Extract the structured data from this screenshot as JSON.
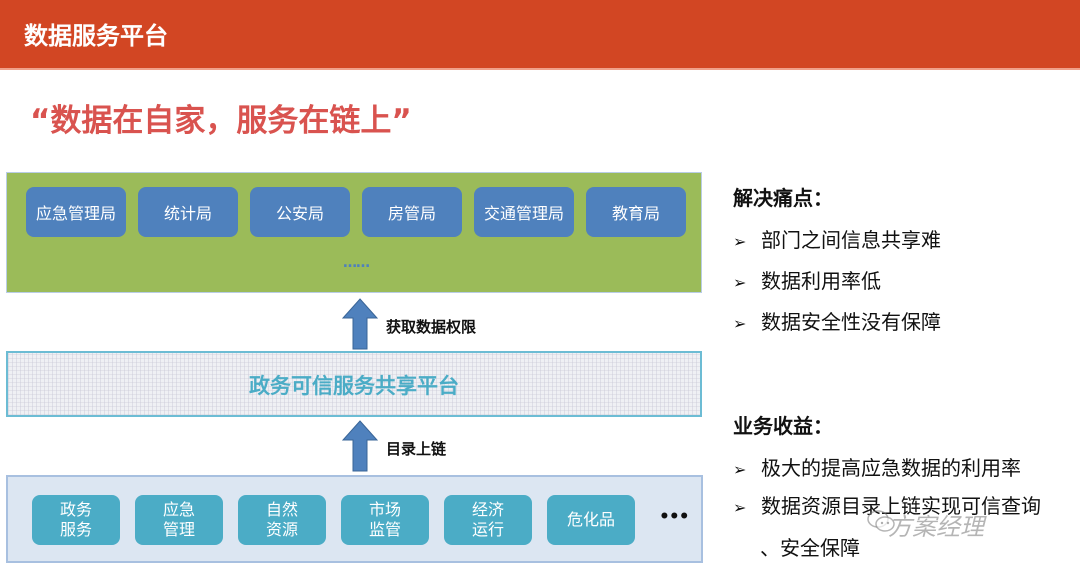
{
  "header": {
    "title": "数据服务平台",
    "color": "#d24623"
  },
  "slogan": "“数据在自家，服务在链上”",
  "departments_layer": {
    "items": [
      "应急管理局",
      "统计局",
      "公安局",
      "房管局",
      "交通管理局",
      "教育局"
    ],
    "more": "……",
    "background": "#9bbb59",
    "item_color": "#4f81bd"
  },
  "arrow_top": {
    "label": "获取数据权限"
  },
  "platform": {
    "label": "政务可信服务共享平台",
    "color": "#4bacc6"
  },
  "arrow_bottom": {
    "label": "目录上链"
  },
  "sources_layer": {
    "items": [
      {
        "line1": "政务",
        "line2": "服务"
      },
      {
        "line1": "应急",
        "line2": "管理"
      },
      {
        "line1": "自然",
        "line2": "资源"
      },
      {
        "line1": "市场",
        "line2": "监管"
      },
      {
        "line1": "经济",
        "line2": "运行"
      },
      {
        "line1": "危化品",
        "line2": ""
      }
    ],
    "more": "•••",
    "background": "#dce6f2",
    "item_color": "#4bacc6"
  },
  "pain_points": {
    "heading": "解决痛点：",
    "items": [
      "部门之间信息共享难",
      "数据利用率低",
      "数据安全性没有保障"
    ]
  },
  "benefits": {
    "heading": "业务收益：",
    "items": [
      "极大的提高应急数据的利用率",
      "数据资源目录上链实现可信查询",
      "、安全保障"
    ]
  },
  "bullet_marker": "➢",
  "watermark": "方案经理"
}
